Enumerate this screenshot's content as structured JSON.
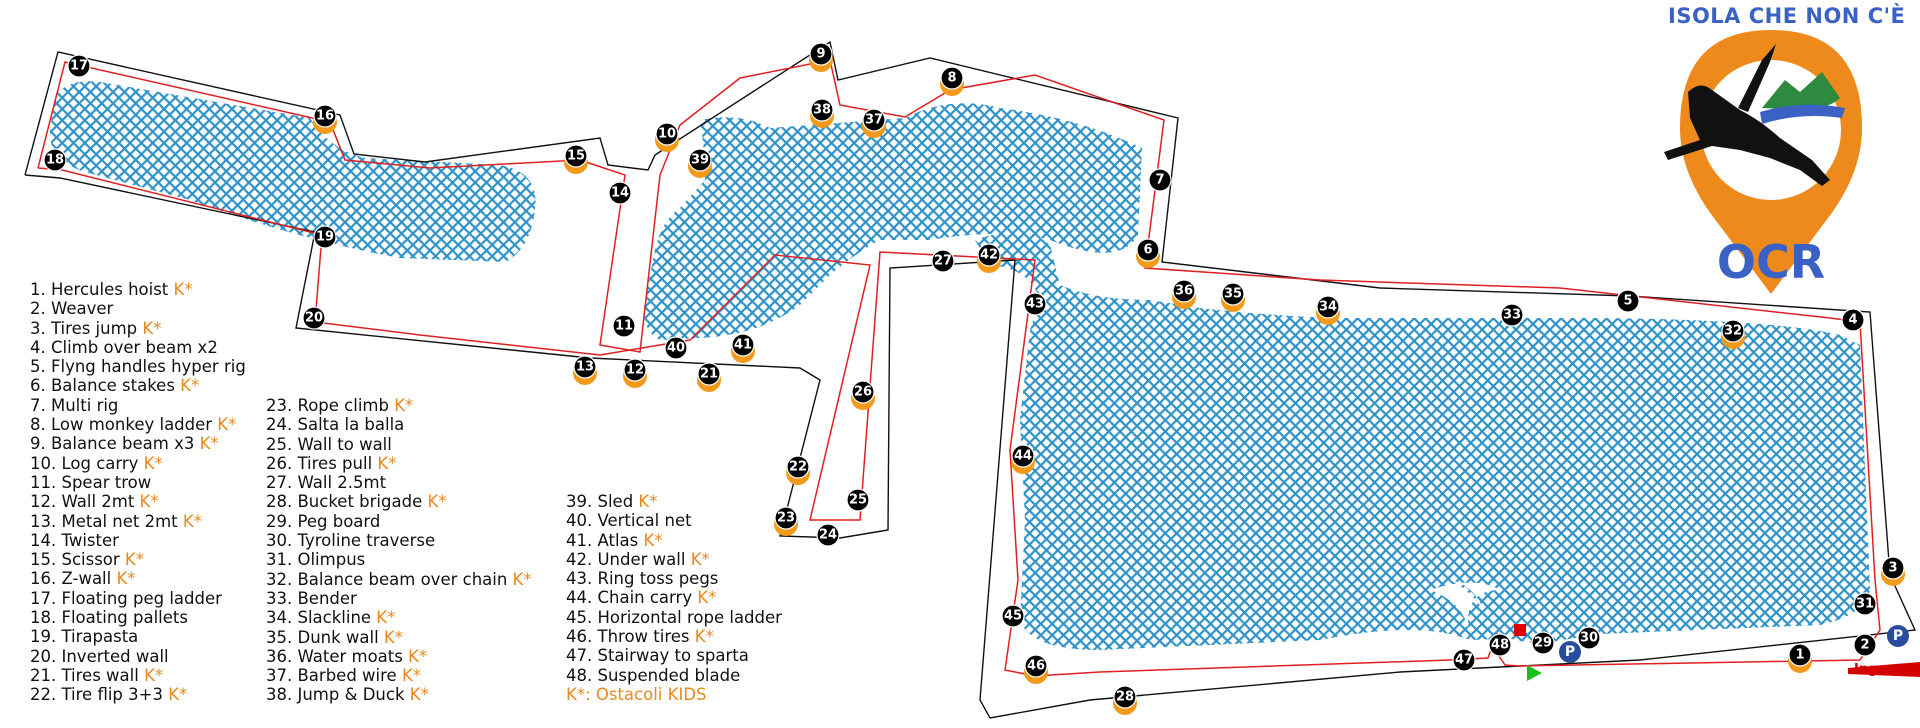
{
  "logo": {
    "title": "ISOLA CHE NON C'È",
    "subtitle": "OCR"
  },
  "legend_col1": [
    {
      "text": "1. Hercules hoist",
      "kids": true
    },
    {
      "text": "2. Weaver",
      "kids": false
    },
    {
      "text": "3. Tires jump",
      "kids": true
    },
    {
      "text": "4. Climb over beam x2",
      "kids": false
    },
    {
      "text": "5. Flyng handles hyper rig",
      "kids": false
    },
    {
      "text": "6. Balance stakes",
      "kids": true
    },
    {
      "text": "7. Multi rig",
      "kids": false
    },
    {
      "text": "8. Low monkey ladder",
      "kids": true
    },
    {
      "text": "9. Balance beam x3",
      "kids": true
    },
    {
      "text": "10. Log carry",
      "kids": true
    },
    {
      "text": "11. Spear trow",
      "kids": false
    },
    {
      "text": "12. Wall 2mt",
      "kids": true
    },
    {
      "text": "13. Metal net 2mt",
      "kids": true
    },
    {
      "text": "14. Twister",
      "kids": false
    },
    {
      "text": "15. Scissor",
      "kids": true
    },
    {
      "text": "16. Z-wall",
      "kids": true
    },
    {
      "text": "17. Floating peg ladder",
      "kids": false
    },
    {
      "text": "18. Floating pallets",
      "kids": false
    },
    {
      "text": "19. Tirapasta",
      "kids": false
    },
    {
      "text": "20. Inverted wall",
      "kids": false
    },
    {
      "text": "21. Tires wall",
      "kids": true
    },
    {
      "text": "22. Tire flip 3+3",
      "kids": true
    }
  ],
  "legend_col2": [
    {
      "text": "23. Rope climb",
      "kids": true
    },
    {
      "text": "24. Salta la balla",
      "kids": false
    },
    {
      "text": "25. Wall to wall",
      "kids": false
    },
    {
      "text": "26. Tires pull",
      "kids": true
    },
    {
      "text": "27. Wall 2.5mt",
      "kids": false
    },
    {
      "text": "28. Bucket brigade",
      "kids": true
    },
    {
      "text": "29. Peg board",
      "kids": false
    },
    {
      "text": "30. Tyroline traverse",
      "kids": false
    },
    {
      "text": "31. Olimpus",
      "kids": false
    },
    {
      "text": "32. Balance beam over chain",
      "kids": true
    },
    {
      "text": "33. Bender",
      "kids": false
    },
    {
      "text": "34. Slackline",
      "kids": true
    },
    {
      "text": "35. Dunk wall",
      "kids": true
    },
    {
      "text": "36. Water moats",
      "kids": true
    },
    {
      "text": "37. Barbed wire",
      "kids": true
    },
    {
      "text": "38. Jump & Duck",
      "kids": true
    }
  ],
  "legend_col3": [
    {
      "text": "39. Sled",
      "kids": true
    },
    {
      "text": "40. Vertical net",
      "kids": false
    },
    {
      "text": "41. Atlas",
      "kids": true
    },
    {
      "text": "42. Under wall",
      "kids": true
    },
    {
      "text": "43. Ring toss pegs",
      "kids": false
    },
    {
      "text": "44. Chain carry",
      "kids": true
    },
    {
      "text": "45. Horizontal rope ladder",
      "kids": false
    },
    {
      "text": "46. Throw tires",
      "kids": true
    },
    {
      "text": "47. Stairway to sparta",
      "kids": false
    },
    {
      "text": "48. Suspended blade",
      "kids": false
    }
  ],
  "kids_marker": "K*",
  "kids_note": "K*: Ostacoli KIDS",
  "entrance_label": "Ingresso",
  "parking_label": "P",
  "colors": {
    "water": "#2f93c9",
    "kids_orange": "#f39a1b",
    "route_red": "#e02020",
    "boundary": "#111111",
    "logo_blue": "#3a62c4",
    "logo_orange": "#ee8a1c"
  },
  "markers": [
    {
      "n": "1",
      "kids": true
    },
    {
      "n": "2",
      "kids": false
    },
    {
      "n": "3",
      "kids": true
    },
    {
      "n": "4",
      "kids": false
    },
    {
      "n": "5",
      "kids": false
    },
    {
      "n": "6",
      "kids": true
    },
    {
      "n": "7",
      "kids": false
    },
    {
      "n": "8",
      "kids": true
    },
    {
      "n": "9",
      "kids": true
    },
    {
      "n": "10",
      "kids": true
    },
    {
      "n": "11",
      "kids": false
    },
    {
      "n": "12",
      "kids": true
    },
    {
      "n": "13",
      "kids": true
    },
    {
      "n": "14",
      "kids": false
    },
    {
      "n": "15",
      "kids": true
    },
    {
      "n": "16",
      "kids": true
    },
    {
      "n": "17",
      "kids": false
    },
    {
      "n": "18",
      "kids": false
    },
    {
      "n": "19",
      "kids": false
    },
    {
      "n": "20",
      "kids": false
    },
    {
      "n": "21",
      "kids": true
    },
    {
      "n": "22",
      "kids": true
    },
    {
      "n": "23",
      "kids": true
    },
    {
      "n": "24",
      "kids": false
    },
    {
      "n": "25",
      "kids": false
    },
    {
      "n": "26",
      "kids": true
    },
    {
      "n": "27",
      "kids": false
    },
    {
      "n": "28",
      "kids": true
    },
    {
      "n": "29",
      "kids": false
    },
    {
      "n": "30",
      "kids": false
    },
    {
      "n": "31",
      "kids": false
    },
    {
      "n": "32",
      "kids": true
    },
    {
      "n": "33",
      "kids": false
    },
    {
      "n": "34",
      "kids": true
    },
    {
      "n": "35",
      "kids": true
    },
    {
      "n": "36",
      "kids": true
    },
    {
      "n": "37",
      "kids": true
    },
    {
      "n": "38",
      "kids": true
    },
    {
      "n": "39",
      "kids": true
    },
    {
      "n": "40",
      "kids": false
    },
    {
      "n": "41",
      "kids": true
    },
    {
      "n": "42",
      "kids": true
    },
    {
      "n": "43",
      "kids": false
    },
    {
      "n": "44",
      "kids": true
    },
    {
      "n": "45",
      "kids": false
    },
    {
      "n": "46",
      "kids": true
    },
    {
      "n": "47",
      "kids": false
    },
    {
      "n": "48",
      "kids": false
    }
  ]
}
